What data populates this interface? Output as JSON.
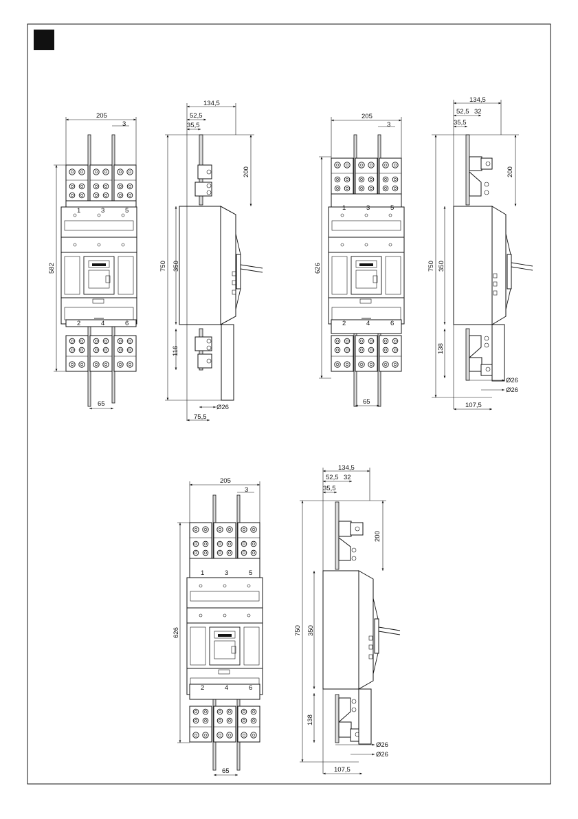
{
  "views": [
    {
      "id": "front-1",
      "dims": {
        "width": "205",
        "gap": "3",
        "height": "582",
        "pitch": "65"
      },
      "phase_top": [
        "1",
        "3",
        "5"
      ],
      "phase_bottom": [
        "2",
        "4",
        "6"
      ]
    },
    {
      "id": "side-1",
      "dims": {
        "depth": "134,5",
        "d1": "52,5",
        "d2": "35,5",
        "top": "200",
        "total": "750",
        "body": "350",
        "bottom": "116",
        "base": "75,5",
        "dia": "Ø26"
      }
    },
    {
      "id": "front-2",
      "dims": {
        "width": "205",
        "gap": "3",
        "height": "626",
        "pitch": "65"
      },
      "phase_top": [
        "1",
        "3",
        "5"
      ],
      "phase_bottom": [
        "2",
        "4",
        "6"
      ]
    },
    {
      "id": "side-2",
      "dims": {
        "depth": "134,5",
        "d1": "52,5",
        "d3": "32",
        "d2": "35,5",
        "top": "200",
        "total": "750",
        "body": "350",
        "bottom": "138",
        "base": "107,5",
        "dia1": "Ø26",
        "dia2": "Ø26"
      }
    },
    {
      "id": "front-3",
      "dims": {
        "width": "205",
        "gap": "3",
        "height": "626",
        "pitch": "65"
      },
      "phase_top": [
        "1",
        "3",
        "5"
      ],
      "phase_bottom": [
        "2",
        "4",
        "6"
      ]
    },
    {
      "id": "side-3",
      "dims": {
        "depth": "134,5",
        "d1": "52,5",
        "d3": "32",
        "d2": "35,5",
        "top": "200",
        "total": "750",
        "body": "350",
        "bottom": "138",
        "base": "107,5",
        "dia1": "Ø26",
        "dia2": "Ø26"
      }
    }
  ]
}
